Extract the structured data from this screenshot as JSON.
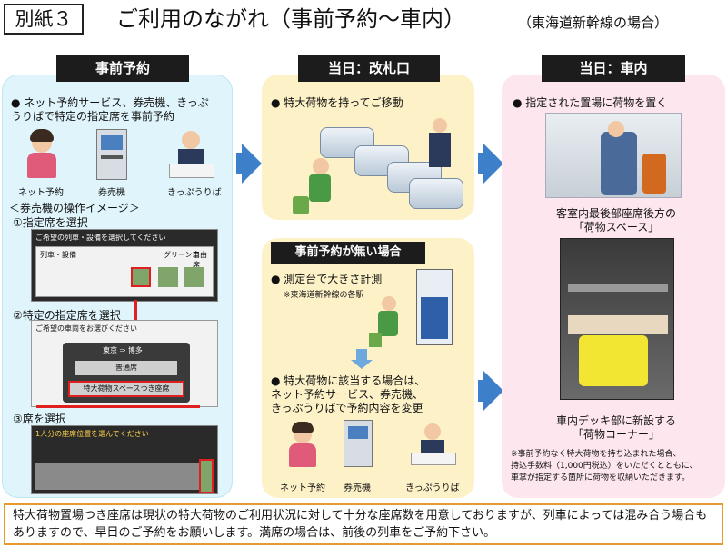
{
  "header": {
    "label": "別紙３",
    "title": "ご利用のながれ（事前予約～車内）",
    "subtitle": "（東海道新幹線の場合）"
  },
  "panel1": {
    "header": "事前予約",
    "bullet": "●  ネット予約サービス、券売機、きっぷ\n    うりばで特定の指定席を事前予約",
    "icons": [
      "ネット予約",
      "券売機",
      "きっぷうりば"
    ],
    "op_title": "＜券売機の操作イメージ＞",
    "steps": [
      "①指定席を選択",
      "②特定の指定席を選択",
      "③席を選択"
    ],
    "screen1_lines": [
      "ご希望の列車・設備を選択してください",
      "列車・設備",
      "グリーン車",
      "自由席"
    ],
    "screen2_lines": [
      "ご希望の車両をお選びください",
      "東京 ⇒ 博多",
      "普通席",
      "特大荷物スペースつき座席"
    ],
    "screen3_lines": [
      "1人分の座席位置を選んでください"
    ]
  },
  "panel2": {
    "header": "当日：改札口",
    "bullet": "●  特大荷物を持ってご移動"
  },
  "panel3": {
    "header": "事前予約が無い場合",
    "bullet1": "●  測定台で大きさ計測",
    "note1": "※東海道新幹線の各駅",
    "bullet2": "●  特大荷物に該当する場合は、\n    ネット予約サービス、券売機、\n    きっぷうりばで予約内容を変更",
    "icons": [
      "ネット予約",
      "券売機",
      "きっぷうりば"
    ]
  },
  "panel4": {
    "header": "当日：車内",
    "bullet": "●  指定された置場に荷物を置く",
    "caption1": "客室内最後部座席後方の\n「荷物スペース」",
    "caption2": "車内デッキ部に新設する\n「荷物コーナー」",
    "note": "※事前予約なく特大荷物を持ち込まれた場合、\n  持込手数料（1,000円税込）をいただくとともに、\n  車掌が指定する箇所に荷物を収納いただきます。"
  },
  "bottom_note": "特大荷物置場つき座席は現状の特大荷物のご利用状況に対して十分な座席数を用意しておりますが、列車によっては混み合う場合もありますので、早目のご予約をお願いします。満席の場合は、前後の列車をご予約下さい。",
  "colors": {
    "panel1": "#dff4fb",
    "panel2": "#fdf1c8",
    "panel4": "#fde6ee",
    "arrow": "#3d7fc8",
    "accent_red": "#e02020",
    "note_border": "#e89b2c"
  }
}
